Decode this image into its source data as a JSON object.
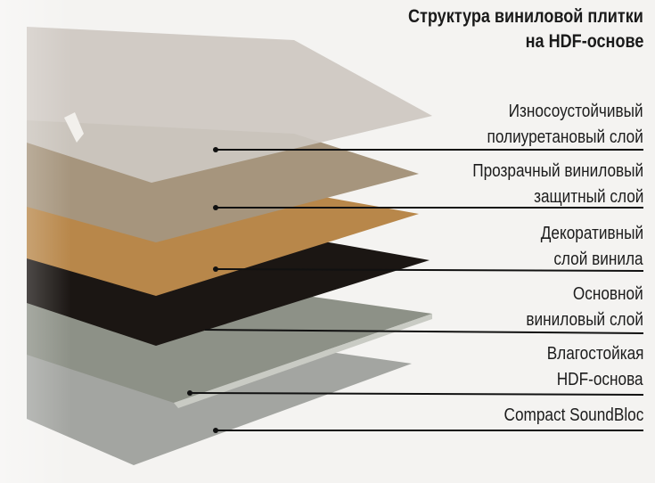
{
  "title": {
    "line1": "Структура виниловой плитки",
    "line2": "на HDF-основе"
  },
  "layers": [
    {
      "line1": "Износоустойчивый",
      "line2": "полиуретановый слой",
      "color": "#cdc8c1"
    },
    {
      "line1": "Прозрачный виниловый",
      "line2": "защитный слой",
      "color": "#a6957d"
    },
    {
      "line1": "Декоративный",
      "line2": "слой винила",
      "color": "#b8874a"
    },
    {
      "line1": "Основной",
      "line2": "виниловый слой",
      "color": "#1b1613"
    },
    {
      "line1": "Влагостойкая",
      "line2": "HDF-основа",
      "color": "#8d9187"
    },
    {
      "line1": "Compact SoundBloc",
      "color": "#a3a5a1"
    }
  ]
}
